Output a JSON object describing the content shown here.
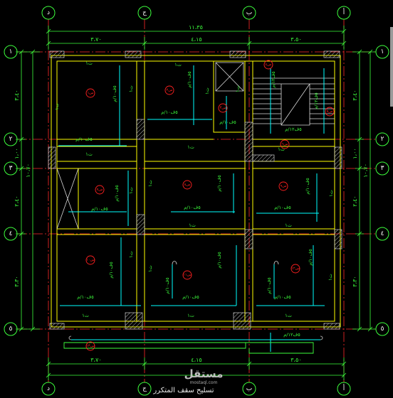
{
  "title": "تسليح سقف المتكرر",
  "watermark": {
    "name": "مستقل",
    "url": "mostaql.com"
  },
  "grid": {
    "columns": [
      "د",
      "ج",
      "ب",
      "أ"
    ],
    "rows": [
      "١",
      "٢",
      "٣",
      "٤",
      "٥"
    ]
  },
  "dimensions": {
    "top_overall": "١١،٣٥",
    "top_segments": [
      "٣،٧٠",
      "٤،١٥",
      "٣،٥٠"
    ],
    "bottom_segments": [
      "٣،٧٠",
      "٤،١٥",
      "٣،٥٠"
    ],
    "left_overall": "١٠،٧٠",
    "left_segments": [
      "٣،٤٠",
      "١،٠٠",
      "٢،٤٠",
      "٣،٣٠"
    ],
    "right_overall": "١٠،٧٠",
    "right_segments": [
      "٣،٤٠",
      "١،٠٠",
      "٢،٤٠",
      "٣،٣٠"
    ]
  },
  "slabs": [
    "س١",
    "س٢",
    "س٣",
    "س٤",
    "س٥",
    "س٦",
    "س٧",
    "س٨",
    "س٩",
    "س١٠",
    "س١١",
    "س١٢",
    "س١٣"
  ],
  "annotations": [
    "ت١",
    "٥ف١٠/م",
    "ت١",
    "٥ف١٠/م",
    "ت١",
    "ت١",
    "٥ف١٠/م",
    "ت١",
    "٥ف١٠/م",
    "ت١",
    "٥ف١٠/م",
    "ت١",
    "٥ف١٠/م",
    "ت١",
    "٥ف١٠/م",
    "ت١",
    "٥ف١٠/م",
    "٥ف١٠/م",
    "ت١",
    "٥ف١٠/م",
    "ت١",
    "٥ف١٠/م",
    "ت١",
    "٥ف١٠/م",
    "ت١",
    "٥ف١٠/م",
    "ت١",
    "ت١",
    "٥ف١٠/م",
    "٥ف١٠/م",
    "٥ف١٠/م",
    "ت١",
    "٥ف١٠/م",
    "٥ف١٠/م",
    "٥ف١٠/م",
    "ت١",
    "ت١",
    "٥ف١٢/م",
    "٥ف١٢/م",
    "٥ف١٢/م",
    "ت١",
    "٥ف١٢/م",
    "ت١"
  ],
  "colors": {
    "background": "#000000",
    "grid": "#ff2a2a",
    "walls": "#ffff00",
    "rebar": "#00ffff",
    "text": "#3dff3d",
    "slab_tag": "#ff2020"
  }
}
